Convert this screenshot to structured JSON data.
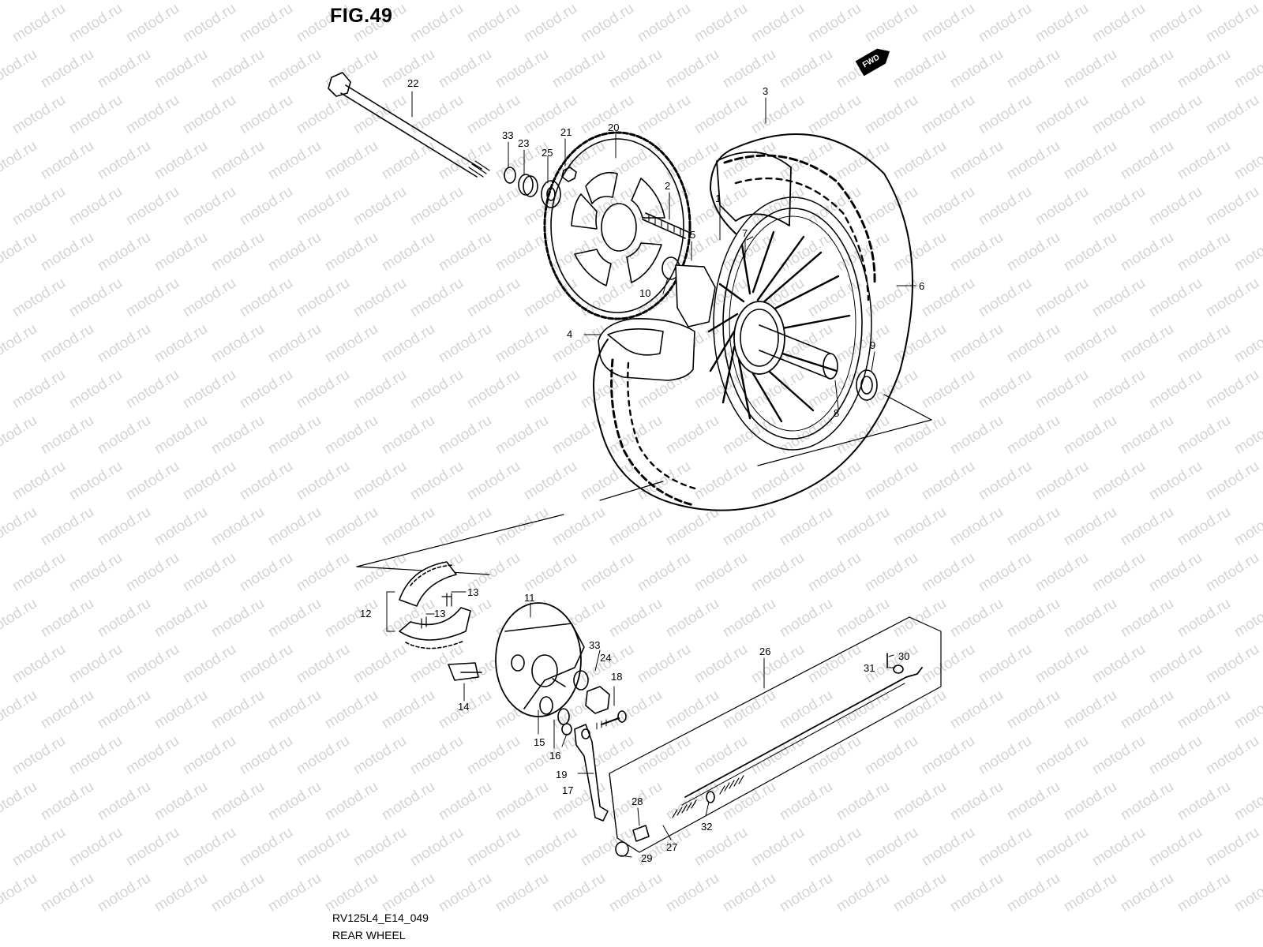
{
  "figure": {
    "title": "FIG.49",
    "code": "RV125L4_E14_049",
    "name": "REAR WHEEL",
    "fwd_badge": "FWD",
    "watermark": "motod.ru"
  },
  "parts": [
    {
      "no": "1"
    },
    {
      "no": "2"
    },
    {
      "no": "3"
    },
    {
      "no": "4"
    },
    {
      "no": "5"
    },
    {
      "no": "6"
    },
    {
      "no": "7"
    },
    {
      "no": "8"
    },
    {
      "no": "9"
    },
    {
      "no": "10"
    },
    {
      "no": "11"
    },
    {
      "no": "12"
    },
    {
      "no": "13"
    },
    {
      "no": "14"
    },
    {
      "no": "15"
    },
    {
      "no": "16"
    },
    {
      "no": "17"
    },
    {
      "no": "18"
    },
    {
      "no": "19"
    },
    {
      "no": "20"
    },
    {
      "no": "21"
    },
    {
      "no": "22"
    },
    {
      "no": "23"
    },
    {
      "no": "24"
    },
    {
      "no": "25"
    },
    {
      "no": "26"
    },
    {
      "no": "27"
    },
    {
      "no": "28"
    },
    {
      "no": "29"
    },
    {
      "no": "30"
    },
    {
      "no": "31"
    },
    {
      "no": "32"
    },
    {
      "no": "33"
    }
  ]
}
